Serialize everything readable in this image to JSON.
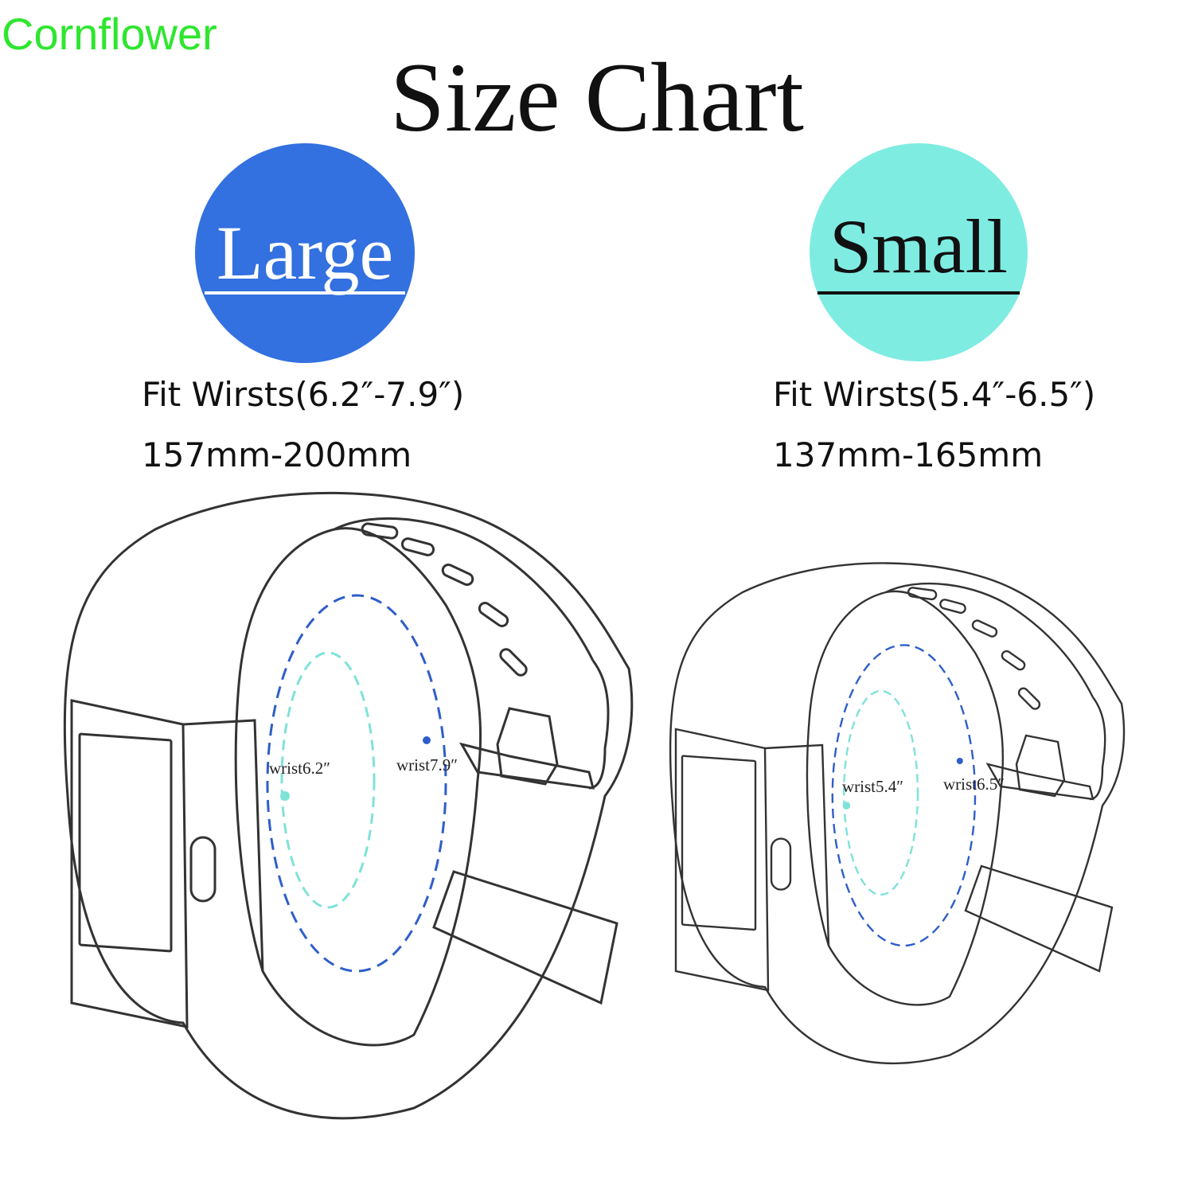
{
  "brand": {
    "text": "Cornflower",
    "color": "#2ee62e"
  },
  "title": "Size Chart",
  "sizes": [
    {
      "name": "Large",
      "badge_color": "#3370e0",
      "text_color": "#ffffff",
      "fit_line": "Fit Wirsts(6.2″-7.9″)",
      "mm_line": "157mm-200mm",
      "inner_label": "wrist6.2″",
      "outer_label": "wrist7.9″"
    },
    {
      "name": "Small",
      "badge_color": "#7fece2",
      "text_color": "#111111",
      "fit_line": "Fit Wirsts(5.4″-6.5″)",
      "mm_line": "137mm-165mm",
      "inner_label": "wrist5.4″",
      "outer_label": "wrist6.5″"
    }
  ],
  "colors": {
    "outer_loop": "#2f5ec9",
    "inner_loop": "#7fe2d8",
    "outline": "#333333"
  },
  "icons": [
    "watch-band-illustration-icon"
  ]
}
